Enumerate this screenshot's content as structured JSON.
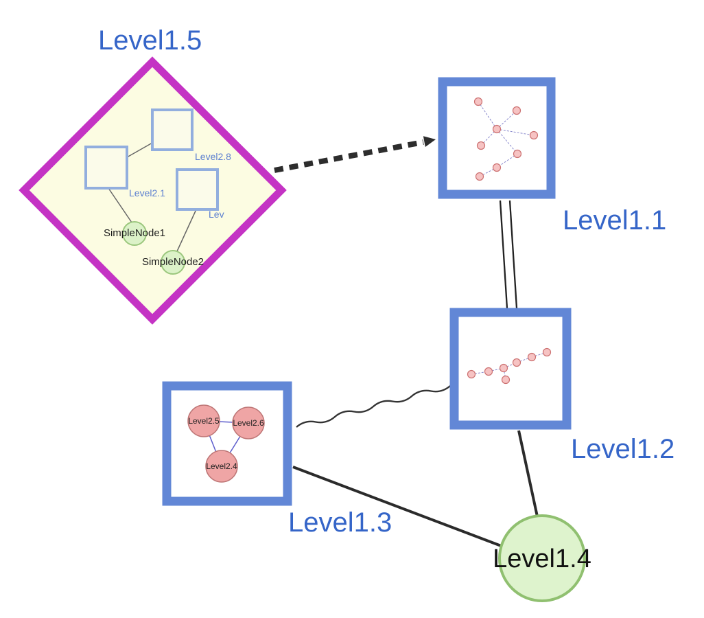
{
  "diagram": {
    "type": "nested-graph-visualization",
    "colors": {
      "label_blue": "#3565c8",
      "diamond_magenta": "#c433c4",
      "diamond_fill": "#fcfce2",
      "square_border_blue": "#6287d6",
      "inner_square_border": "#92aede",
      "green_fill": "#def3cd",
      "green_stroke": "#90c070",
      "pink_fill": "#efa5a5",
      "edge_black": "#2b2b2b",
      "mini_edge_blue": "#8888cc"
    },
    "nodes": {
      "level1_5": {
        "label": "Level1.5",
        "shape": "diamond"
      },
      "level1_1": {
        "label": "Level1.1",
        "shape": "square"
      },
      "level1_2": {
        "label": "Level1.2",
        "shape": "square"
      },
      "level1_3": {
        "label": "Level1.3",
        "shape": "square"
      },
      "level1_4": {
        "label": "Level1.4",
        "shape": "circle"
      }
    },
    "level1_5_children": {
      "square_labels": {
        "s1": "Level2.8",
        "s2": "Level2.1",
        "s3": "Lev"
      },
      "node_labels": {
        "n1": "SimpleNode1",
        "n2": "SimpleNode2"
      }
    },
    "level1_3_children": {
      "c1": "Level2.5",
      "c2": "Level2.6",
      "c3": "Level2.4"
    },
    "edges": [
      {
        "from": "Level1.5",
        "to": "Level1.1",
        "style": "thick-dashed-arrow"
      },
      {
        "from": "Level1.1",
        "to": "Level1.2",
        "style": "double-line"
      },
      {
        "from": "Level1.3",
        "to": "Level1.2",
        "style": "wavy"
      },
      {
        "from": "Level1.3",
        "to": "Level1.4",
        "style": "solid"
      },
      {
        "from": "Level1.2",
        "to": "Level1.4",
        "style": "solid"
      }
    ]
  }
}
